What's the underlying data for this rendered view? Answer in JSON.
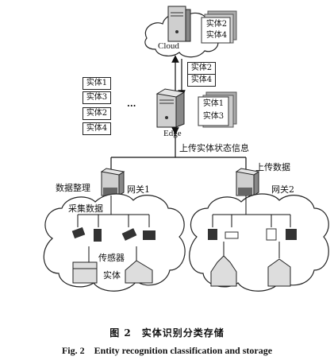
{
  "cloud": {
    "label": "Cloud",
    "entities": [
      "实体2",
      "实体4"
    ]
  },
  "cloud_side_list": [
    "实体2",
    "实体4"
  ],
  "edge": {
    "label": "Edge",
    "entities": [
      "实体1",
      "实体3"
    ]
  },
  "left_list": [
    "实体1",
    "实体3",
    "实体2",
    "实体4"
  ],
  "ellipsis": "...",
  "upload_status": "上传实体状态信息",
  "upload_data": "上传数据",
  "data_organize": "数据整理",
  "gateway1": "网关1",
  "gateway2": "网关2",
  "collect_data": "采集数据",
  "sensor": "传感器",
  "entity": "实体",
  "caption_cn": "图 2　实体识别分类存储",
  "caption_en": "Fig. 2　Entity recognition classification and storage"
}
